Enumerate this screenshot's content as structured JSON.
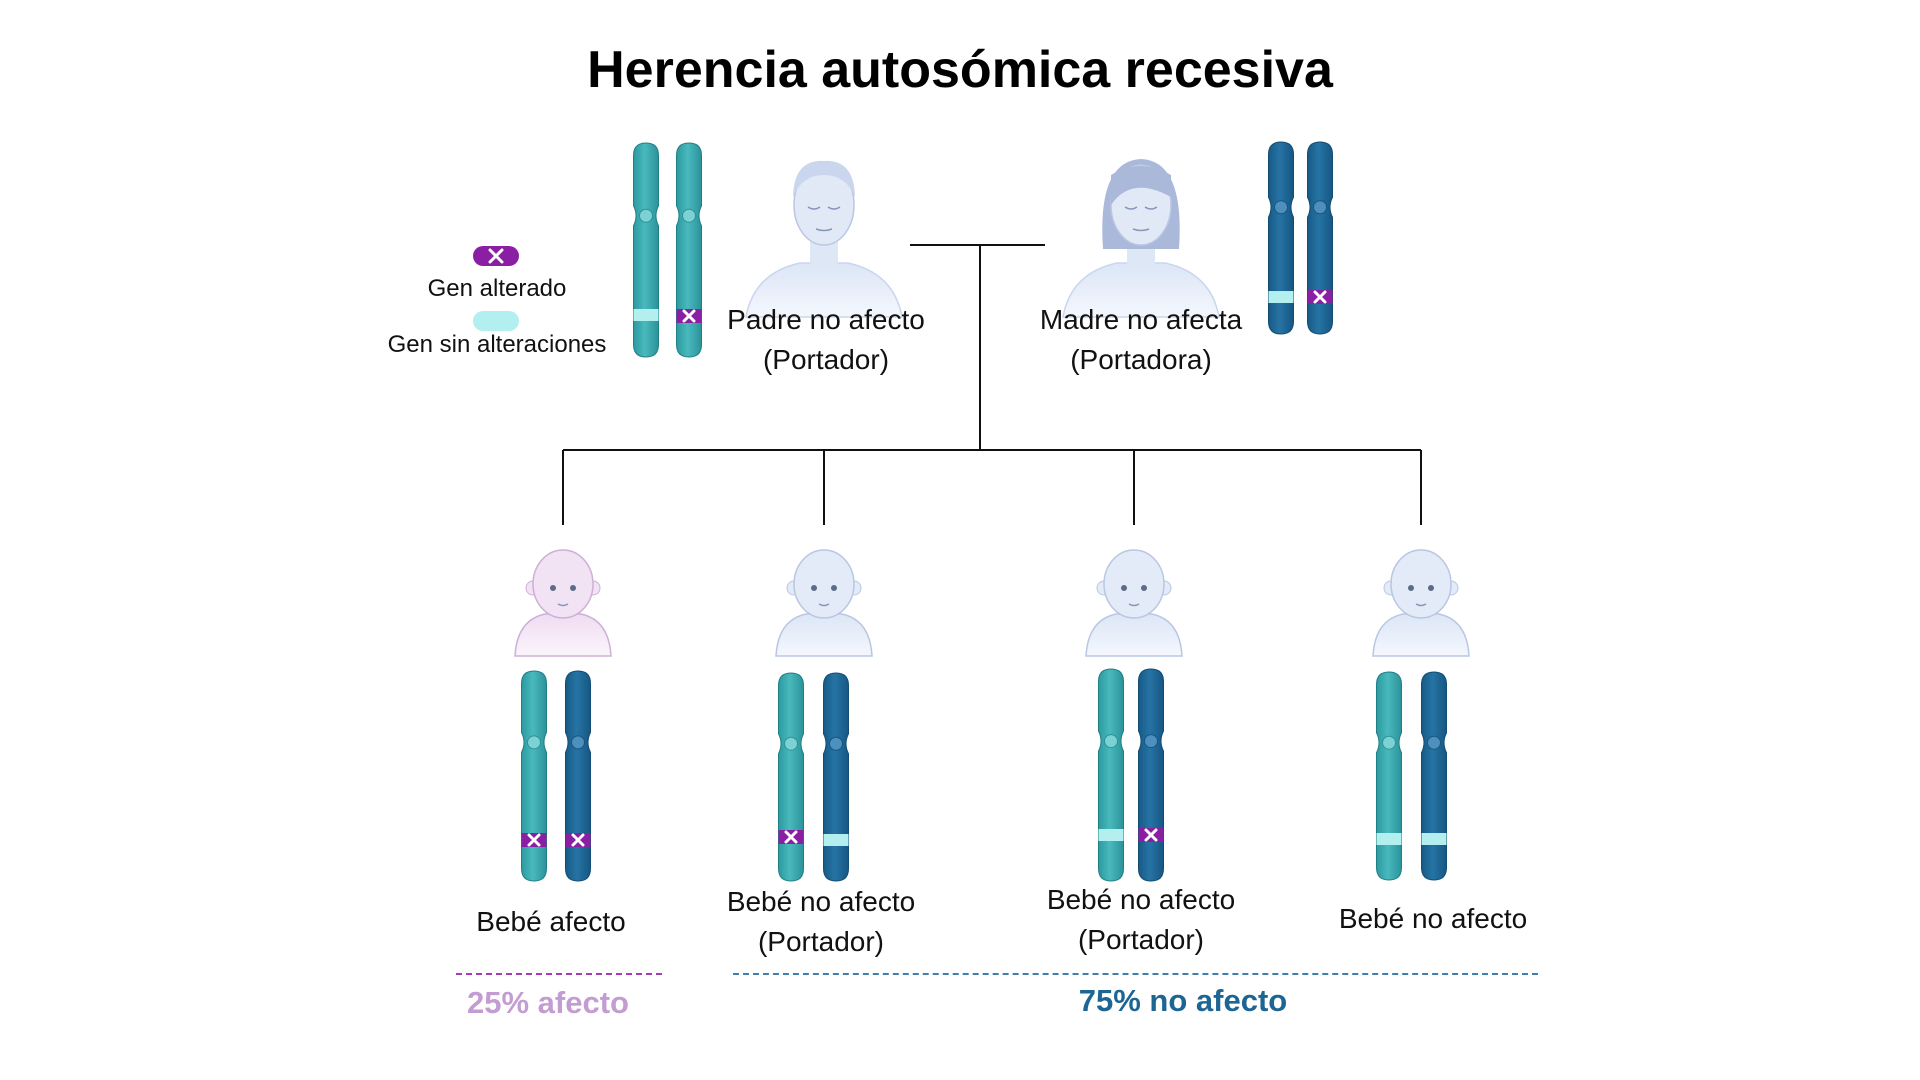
{
  "title": "Herencia autosómica recesiva",
  "colors": {
    "father_chromosome": "#3aa8ad",
    "mother_chromosome": "#1d6593",
    "altered_gene": "#8a1fa3",
    "normal_gene": "#b4efef",
    "affected_text": "#c39cd2",
    "unaffected_text": "#1d6593"
  },
  "legend": {
    "altered_label": "Gen alterado",
    "normal_label": "Gen sin alteraciones"
  },
  "parents": {
    "father": {
      "line1": "Padre no afecto",
      "line2": "(Portador)"
    },
    "mother": {
      "line1": "Madre no afecta",
      "line2": "(Portadora)"
    }
  },
  "children": [
    {
      "line1": "Bebé afecto",
      "line2": ""
    },
    {
      "line1": "Bebé no afecto",
      "line2": "(Portador)"
    },
    {
      "line1": "Bebé no afecto",
      "line2": "(Portador)"
    },
    {
      "line1": "Bebé no afecto",
      "line2": ""
    }
  ],
  "summary": {
    "affected": "25% afecto",
    "unaffected": "75%  no afecto"
  }
}
